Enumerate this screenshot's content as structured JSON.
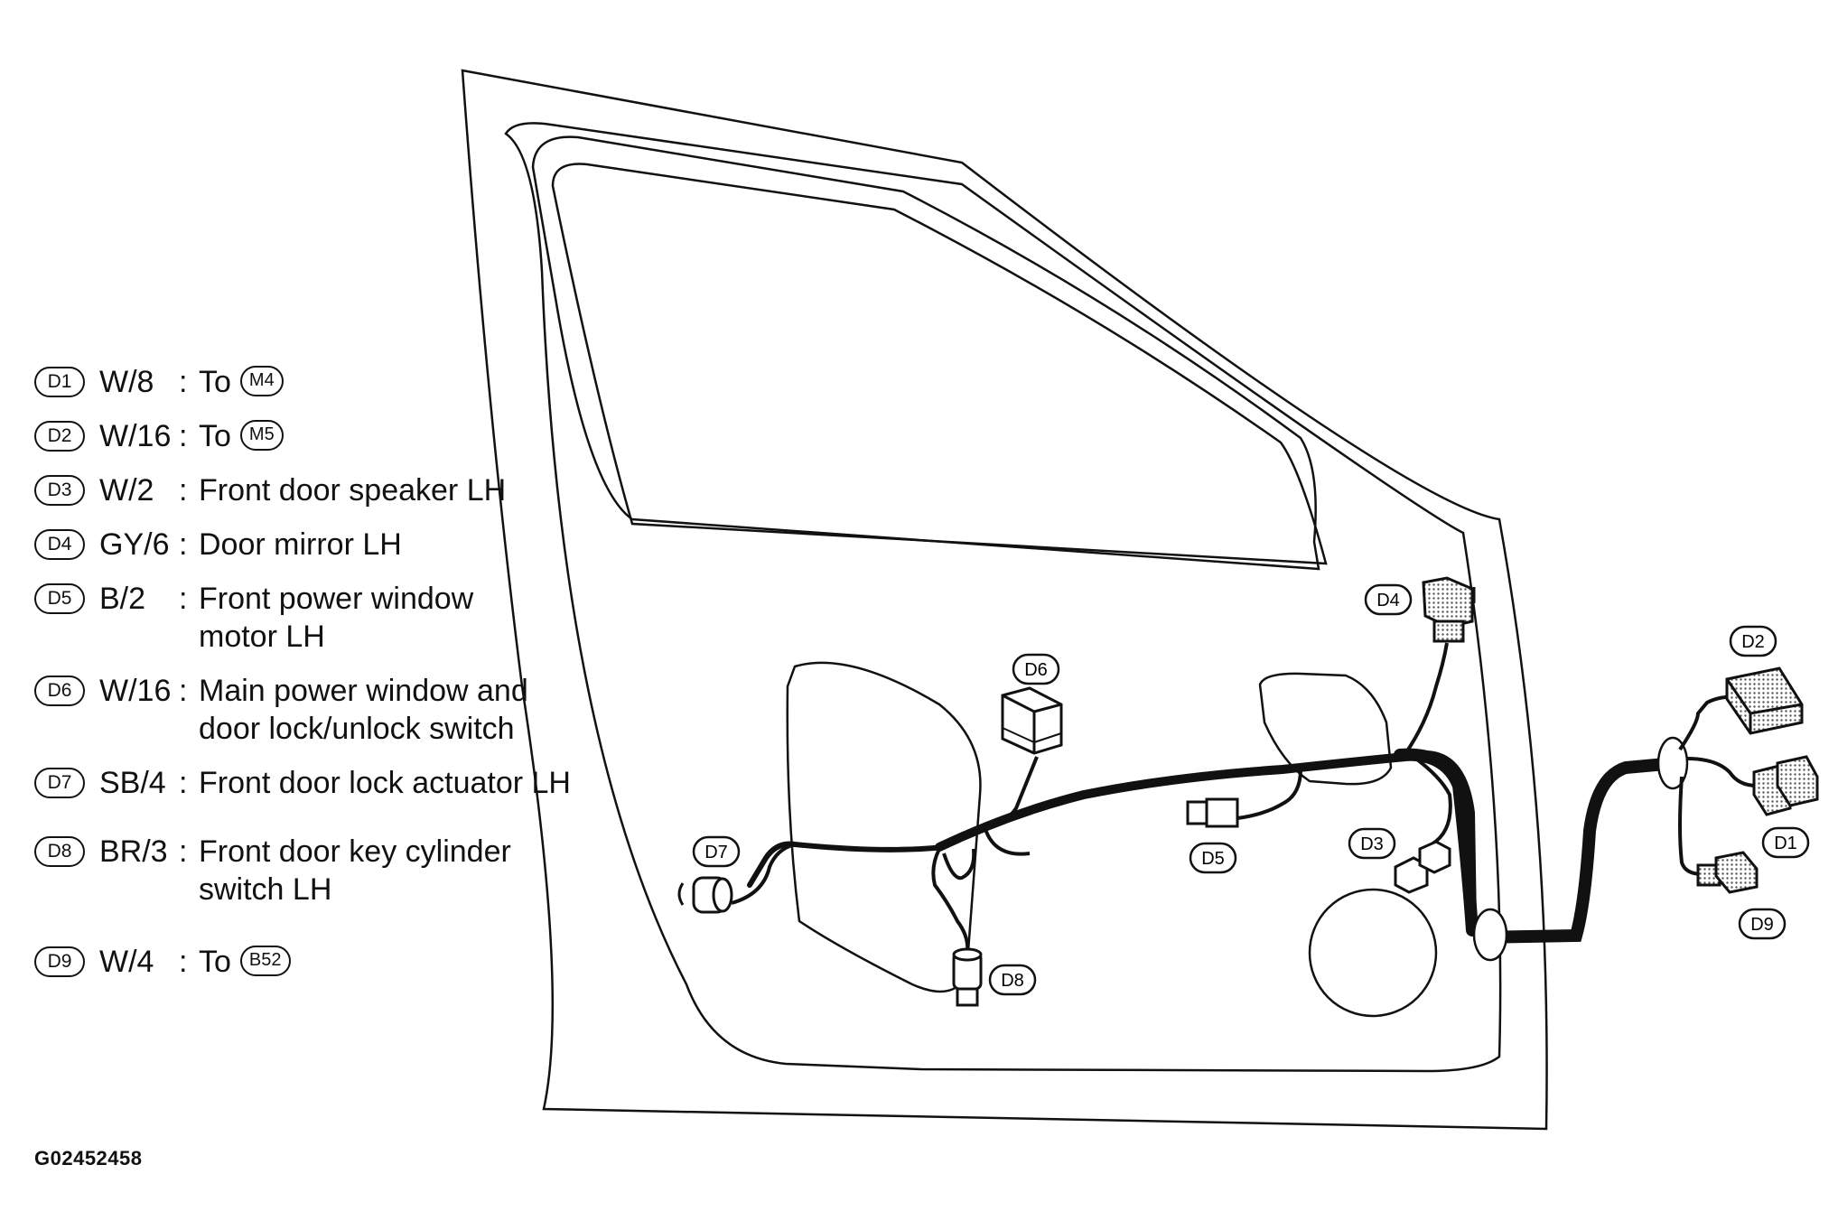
{
  "legend": [
    {
      "connector": "D1",
      "wire": "W/8",
      "description": "To",
      "to": "M4",
      "line2": ""
    },
    {
      "connector": "D2",
      "wire": "W/16",
      "description": "To",
      "to": "M5",
      "line2": ""
    },
    {
      "connector": "D3",
      "wire": "W/2",
      "description": "Front door speaker LH",
      "to": "",
      "line2": ""
    },
    {
      "connector": "D4",
      "wire": "GY/6",
      "description": "Door mirror LH",
      "to": "",
      "line2": ""
    },
    {
      "connector": "D5",
      "wire": "B/2",
      "description": "Front power window",
      "to": "",
      "line2": "motor LH"
    },
    {
      "connector": "D6",
      "wire": "W/16",
      "description": "Main power window and",
      "to": "",
      "line2": "door lock/unlock switch"
    },
    {
      "connector": "D7",
      "wire": "SB/4",
      "description": "Front door lock actuator LH",
      "to": "",
      "line2": ""
    },
    {
      "connector": "D8",
      "wire": "BR/3",
      "description": "Front door key cylinder",
      "to": "",
      "line2": "switch LH"
    },
    {
      "connector": "D9",
      "wire": "W/4",
      "description": "To",
      "to": "B52",
      "line2": ""
    }
  ],
  "callouts": {
    "d1": "D1",
    "d2": "D2",
    "d3": "D3",
    "d4": "D4",
    "d5": "D5",
    "d6": "D6",
    "d7": "D7",
    "d8": "D8",
    "d9": "D9"
  },
  "figure_id": "G02452458",
  "colors": {
    "line": "#111111",
    "connector_fill": "#bbbbbb",
    "background": "#ffffff"
  }
}
